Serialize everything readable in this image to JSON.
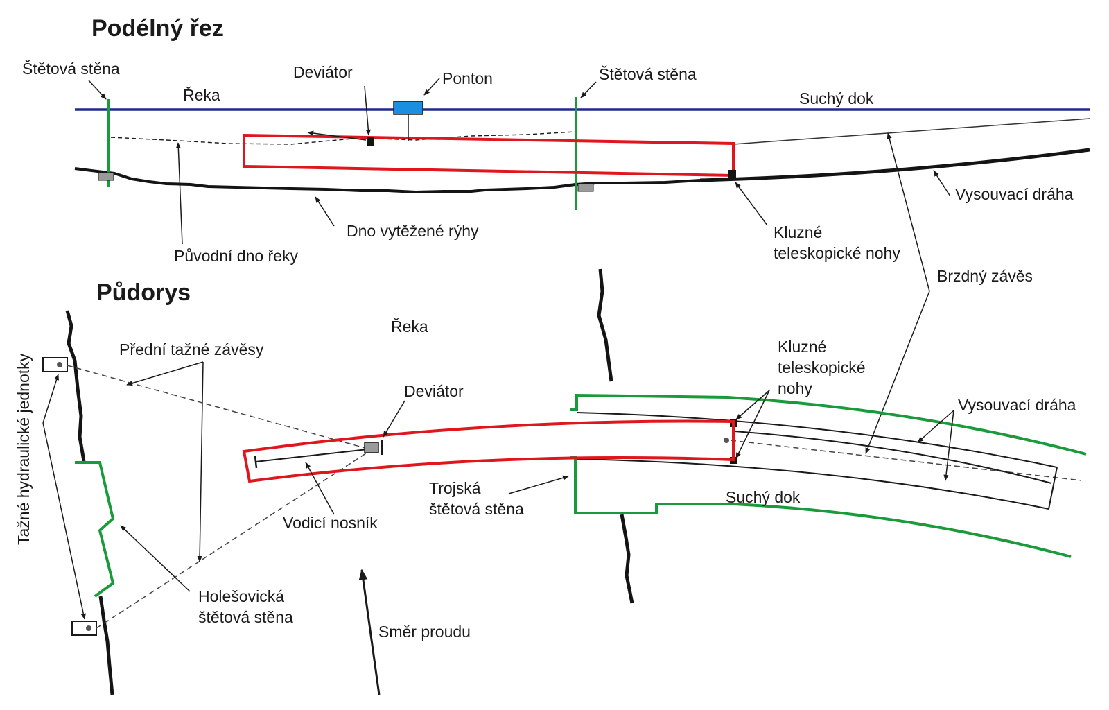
{
  "colors": {
    "water": "#1f2a8c",
    "sheet_pile": "#1a9a3a",
    "segment": "#e0161e",
    "pontoon": "#1a8fe0",
    "ground": "#141414",
    "device": "#9a9a9a"
  },
  "sections": {
    "longitudinal": "Podélný řez",
    "plan": "Půdorys"
  },
  "labels": {
    "sheet_wall_left": "Štětová stěna",
    "sheet_wall_right": "Štětová stěna",
    "river_top": "Řeka",
    "deviator_top": "Deviátor",
    "pontoon": "Ponton",
    "dry_dock_top": "Suchý dok",
    "slideway_top": "Vysouvací dráha",
    "original_riverbed": "Původní dno řeky",
    "trench_bottom": "Dno vytěžené rýhy",
    "sliding_legs_top": "Kluzné teleskopické nohy",
    "brake_hitch": "Brzdný závěs",
    "river_plan": "Řeka",
    "front_hitches": "Přední tažné závěsy",
    "hydraulic_units": "Tažné hydraulické jednotky",
    "deviator_plan": "Deviátor",
    "sliding_legs_plan": "Kluzné teleskopické nohy",
    "slideway_plan": "Vysouvací dráha",
    "guide_beam": "Vodicí nosník",
    "troja_wall": "Trojská štětová stěna",
    "dry_dock_plan": "Suchý dok",
    "holesovice_wall": "Holešovická štětová stěna",
    "flow_direction": "Směr proudu"
  },
  "icons": [
    "arrow-icon",
    "pontoon-icon",
    "deviator-icon",
    "hydraulic-unit-icon"
  ]
}
